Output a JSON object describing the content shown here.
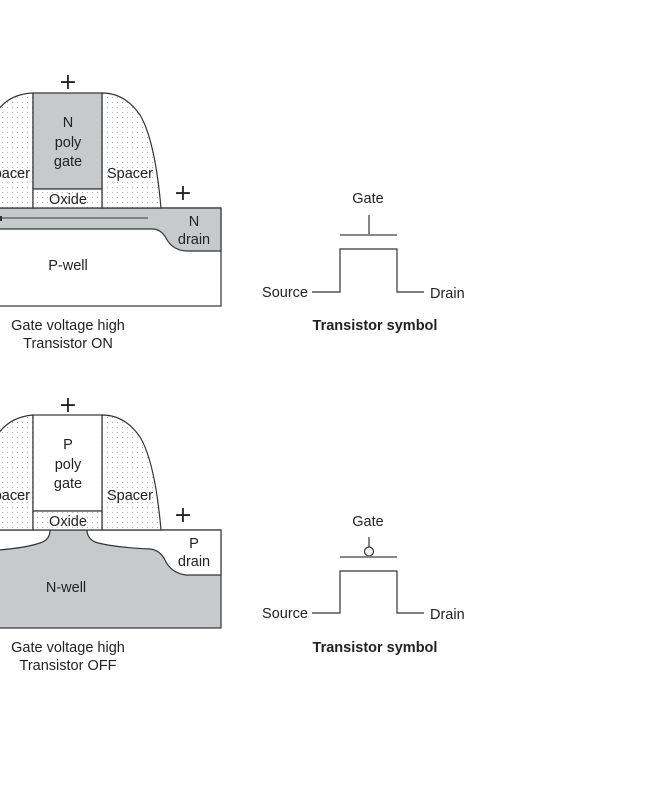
{
  "colors": {
    "doped_gray": "#c8c9cb",
    "outline": "#333333",
    "background": "#ffffff",
    "gate_line": "#888888"
  },
  "nmos": {
    "gate_terminal": "+",
    "drain_terminal": "+",
    "gate_label": [
      "N",
      "poly",
      "gate"
    ],
    "spacer_left": "Spacer",
    "spacer_right": "Spacer",
    "oxide": "Oxide",
    "drain_label": [
      "N",
      "drain"
    ],
    "well_label": "P-well",
    "caption": [
      "Gate voltage high",
      "Transistor ON"
    ],
    "symbol": {
      "gate": "Gate",
      "source": "Source",
      "drain": "Drain",
      "title": "Transistor symbol",
      "has_inversion_bubble": false
    }
  },
  "pmos": {
    "gate_terminal": "+",
    "drain_terminal": "+",
    "gate_label": [
      "P",
      "poly",
      "gate"
    ],
    "spacer_left": "Spacer",
    "spacer_right": "Spacer",
    "oxide": "Oxide",
    "drain_label": [
      "P",
      "drain"
    ],
    "well_label": "N-well",
    "caption": [
      "Gate voltage high",
      "Transistor OFF"
    ],
    "symbol": {
      "gate": "Gate",
      "source": "Source",
      "drain": "Drain",
      "title": "Transistor symbol",
      "has_inversion_bubble": true
    }
  }
}
